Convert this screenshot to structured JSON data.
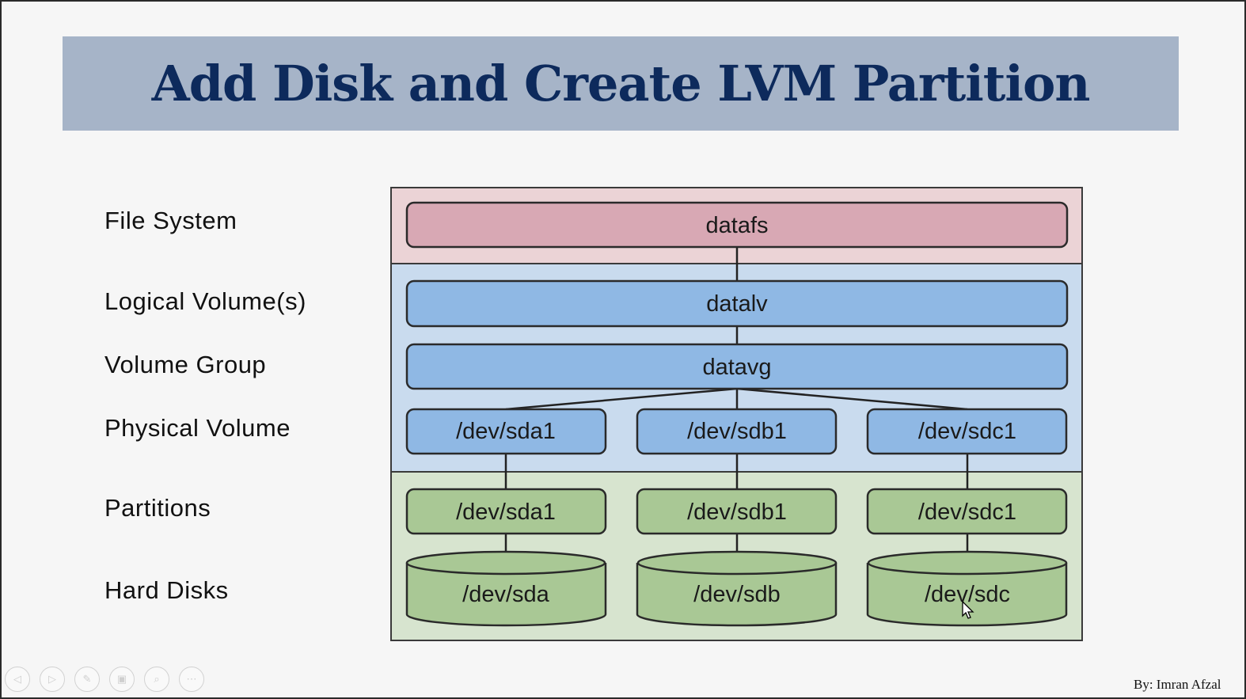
{
  "title": "Add Disk and Create LVM Partition",
  "layers": [
    {
      "label": "File System"
    },
    {
      "label": "Logical Volume(s)"
    },
    {
      "label": "Volume Group"
    },
    {
      "label": "Physical Volume"
    },
    {
      "label": "Partitions"
    },
    {
      "label": "Hard Disks"
    }
  ],
  "nodes": {
    "filesystem": "datafs",
    "logical_volume": "datalv",
    "volume_group": "datavg",
    "physical_volumes": [
      "/dev/sda1",
      "/dev/sdb1",
      "/dev/sdc1"
    ],
    "partitions": [
      "/dev/sda1",
      "/dev/sdb1",
      "/dev/sdc1"
    ],
    "disks": [
      "/dev/sda",
      "/dev/sdb",
      "/dev/sdc"
    ]
  },
  "colors": {
    "filesystem_band": "#ebd3d6",
    "filesystem_box": "#d8a8b4",
    "volume_band": "#c9dbee",
    "volume_box": "#8fb8e4",
    "disk_band": "#d7e4cf",
    "disk_box": "#a9c895",
    "title_banner": "#a6b4c8",
    "title_text": "#0d2a5c"
  },
  "author": "By: Imran Afzal",
  "nav_icons": [
    "prev-icon",
    "next-icon",
    "pen-icon",
    "slides-icon",
    "zoom-icon",
    "more-icon"
  ]
}
